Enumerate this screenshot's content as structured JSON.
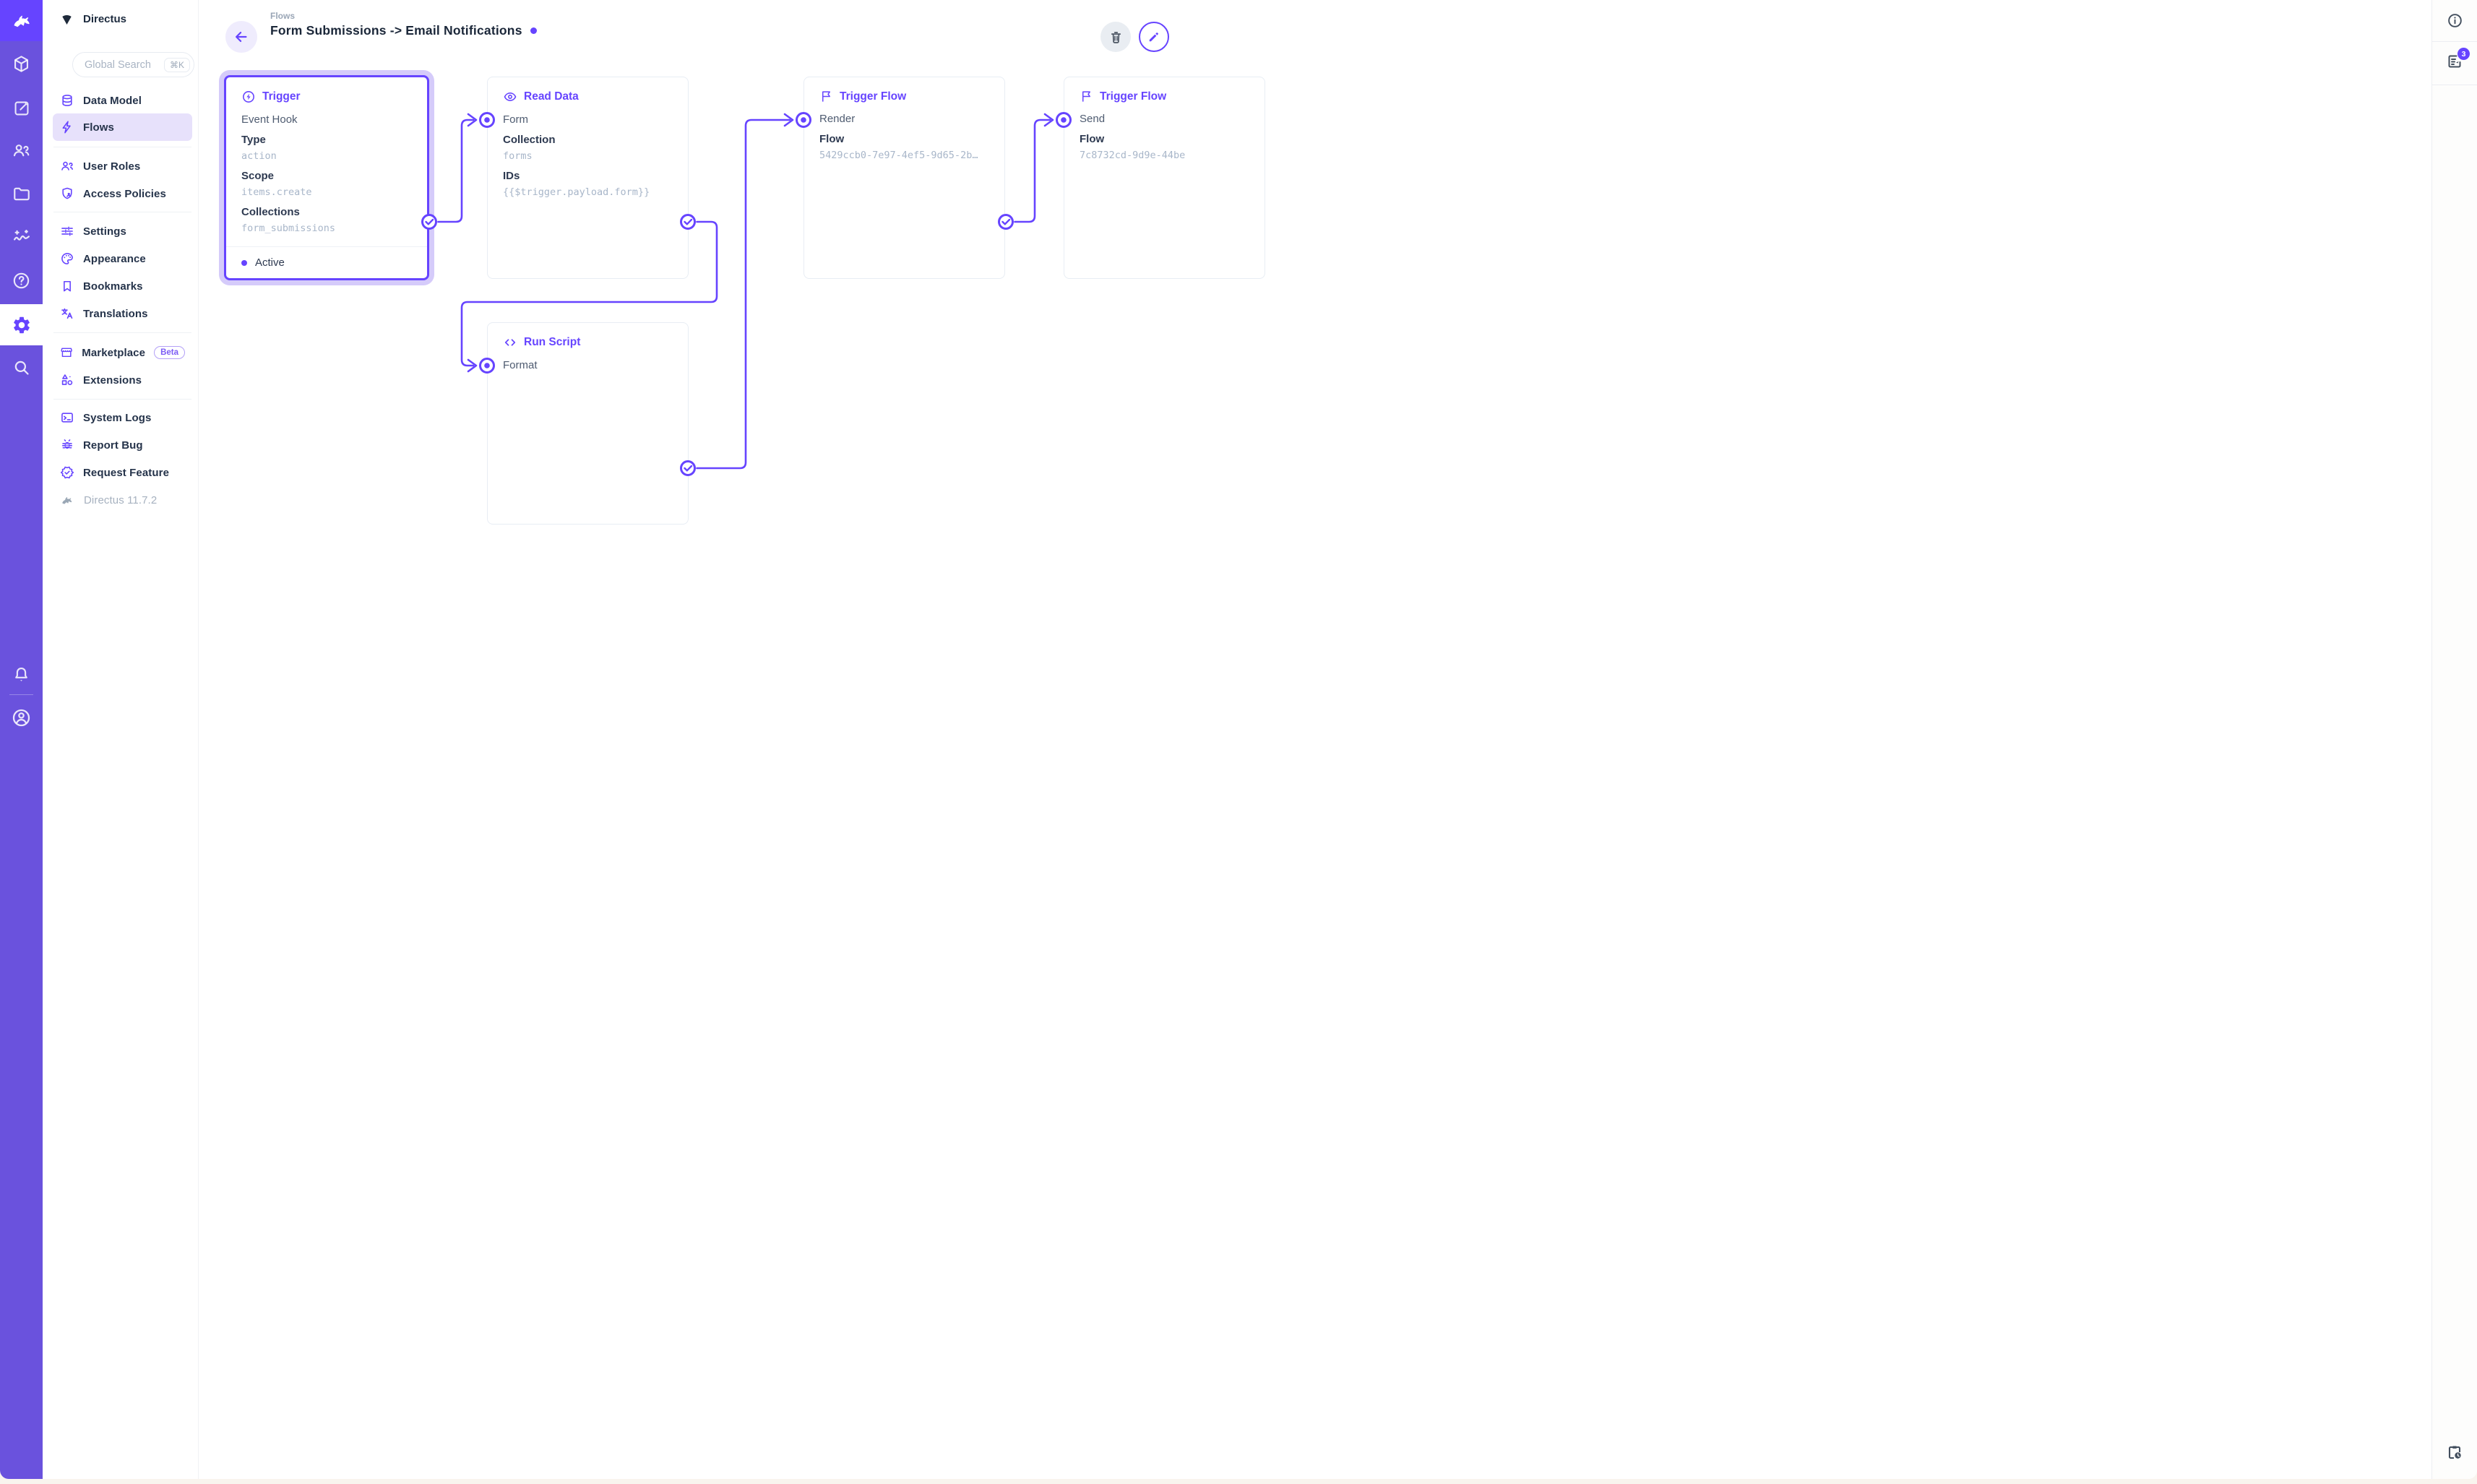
{
  "app": {
    "project_name": "Directus"
  },
  "module_bar": {
    "modules": [
      "cube",
      "edit-square",
      "users",
      "folder",
      "insights",
      "help",
      "settings",
      "search"
    ],
    "active_module": "settings",
    "bottom": [
      "notifications",
      "account"
    ]
  },
  "nav": {
    "search": {
      "placeholder": "Global Search",
      "shortcut": "⌘K"
    },
    "groups": [
      {
        "items": [
          {
            "icon": "database",
            "label": "Data Model"
          },
          {
            "icon": "bolt",
            "label": "Flows",
            "active": true
          }
        ]
      },
      {
        "items": [
          {
            "icon": "people",
            "label": "User Roles"
          },
          {
            "icon": "shield-user",
            "label": "Access Policies"
          }
        ]
      },
      {
        "items": [
          {
            "icon": "tune",
            "label": "Settings"
          },
          {
            "icon": "palette",
            "label": "Appearance"
          },
          {
            "icon": "bookmark",
            "label": "Bookmarks"
          },
          {
            "icon": "translate",
            "label": "Translations"
          }
        ]
      },
      {
        "items": [
          {
            "icon": "storefront",
            "label": "Marketplace",
            "badge": "Beta"
          },
          {
            "icon": "shapes",
            "label": "Extensions"
          }
        ]
      },
      {
        "items": [
          {
            "icon": "terminal",
            "label": "System Logs"
          },
          {
            "icon": "bug",
            "label": "Report Bug"
          },
          {
            "icon": "seal-check",
            "label": "Request Feature"
          }
        ]
      }
    ],
    "footer": {
      "icon": "directus-rabbit",
      "label": "Directus 11.7.2"
    }
  },
  "header": {
    "eyebrow": "Flows",
    "title": "Form Submissions -> Email Notifications"
  },
  "flow": {
    "panels": [
      {
        "id": "trigger",
        "title": "Trigger",
        "icon": "bolt-circle-icon",
        "name": "Event Hook",
        "fields": [
          {
            "label": "Type",
            "value": "action"
          },
          {
            "label": "Scope",
            "value": "items.create"
          },
          {
            "label": "Collections",
            "value": "form_submissions"
          }
        ],
        "status": "Active",
        "selected": true
      },
      {
        "id": "read-data",
        "title": "Read Data",
        "icon": "eye-icon",
        "name": "Form",
        "fields": [
          {
            "label": "Collection",
            "value": "forms"
          },
          {
            "label": "IDs",
            "value": "{{$trigger.payload.form}}"
          }
        ]
      },
      {
        "id": "trigger-flow-render",
        "title": "Trigger Flow",
        "icon": "flag-icon",
        "name": "Render",
        "fields": [
          {
            "label": "Flow",
            "value": "5429ccb0-7e97-4ef5-9d65-2b…"
          }
        ]
      },
      {
        "id": "trigger-flow-send",
        "title": "Trigger Flow",
        "icon": "flag-icon",
        "name": "Send",
        "fields": [
          {
            "label": "Flow",
            "value": "7c8732cd-9d9e-44be"
          }
        ]
      },
      {
        "id": "run-script",
        "title": "Run Script",
        "icon": "code-icon",
        "name": "Format",
        "fields": []
      }
    ]
  },
  "sidebar_right": {
    "notifications_count": "3"
  },
  "colors": {
    "accent": "#6644FF",
    "module_bar": "#6A52DD",
    "selection_halo": "#D5CBFA",
    "value_text": "#A8B6C9"
  }
}
